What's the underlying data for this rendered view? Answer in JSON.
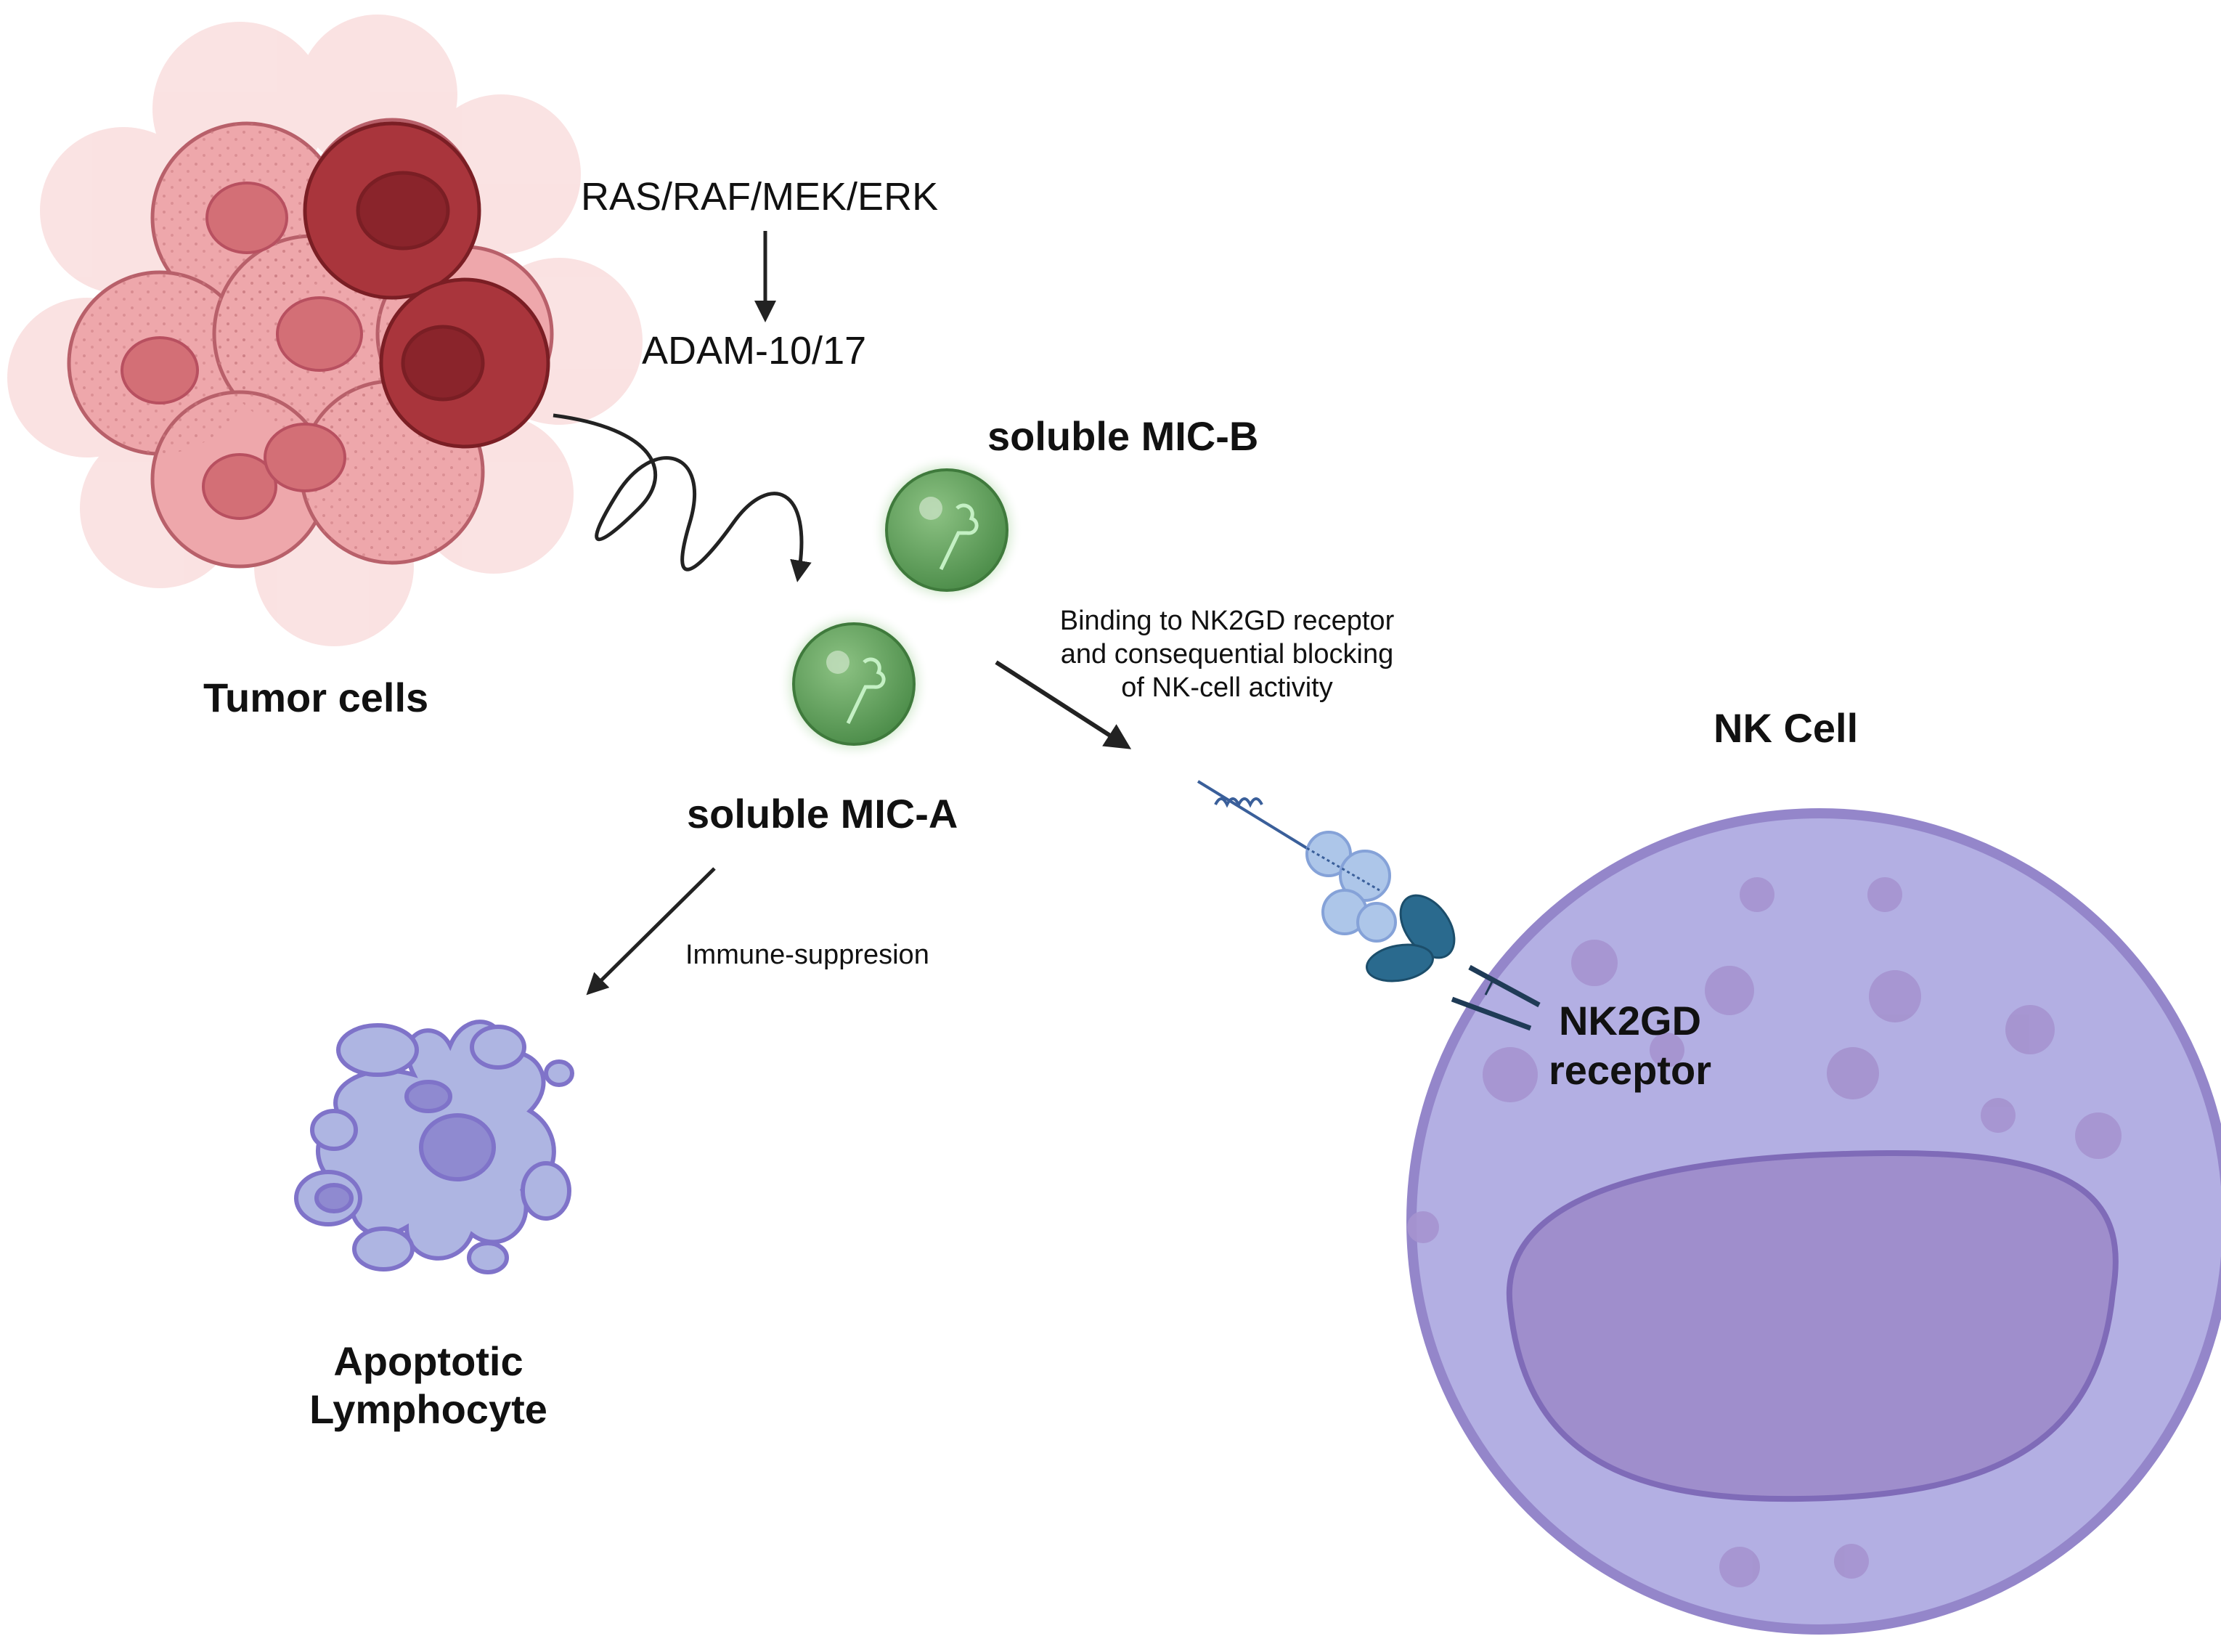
{
  "labels": {
    "pathway": "RAS/RAF/MEK/ERK",
    "adam": "ADAM-10/17",
    "tumor_cells": "Tumor cells",
    "soluble_mic_b": "soluble MIC-B",
    "soluble_mic_a": "soluble MIC-A",
    "binding_line1": "Binding to NK2GD receptor",
    "binding_line2": "and consequential blocking",
    "binding_line3": "of NK-cell activity",
    "nk_cell": "NK Cell",
    "immune_suppression": "Immune-suppresion",
    "receptor_line1": "NK2GD",
    "receptor_line2": "receptor",
    "apoptotic_line1": "Apoptotic",
    "apoptotic_line2": "Lymphocyte"
  },
  "colors": {
    "tumor_light": "#f4c4c4",
    "tumor_mid": "#eba2a6",
    "tumor_dark": "#a8363c",
    "mic_green": "#5e9f5a",
    "nk_outer": "#b2aee2",
    "nk_border": "#9284c8",
    "nk_nucleus": "#9e8fcc",
    "lymphocyte": "#aeb5e2",
    "receptor": "#2a6a8e",
    "ligand": "#a9c3e8"
  }
}
